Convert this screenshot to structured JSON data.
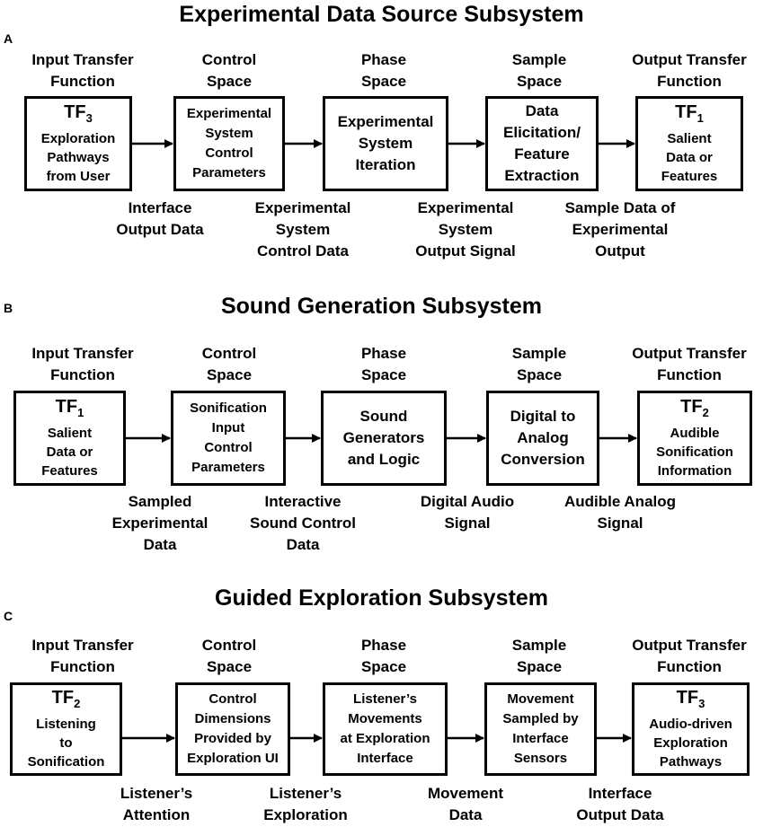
{
  "panels": [
    {
      "letter": "A",
      "title": "Experimental Data Source Subsystem",
      "stages": [
        "Input Transfer\nFunction",
        "Control\nSpace",
        "Phase\nSpace",
        "Sample\nSpace",
        "Output Transfer\nFunction"
      ],
      "boxes": [
        {
          "tf": "TF",
          "tf_sub": "3",
          "text": "Exploration\nPathways\nfrom User"
        },
        {
          "tf": "",
          "tf_sub": "",
          "text": "Experimental\nSystem\nControl\nParameters"
        },
        {
          "tf": "",
          "tf_sub": "",
          "text": "Experimental\nSystem\nIteration",
          "large": true
        },
        {
          "tf": "",
          "tf_sub": "",
          "text": "Data\nElicitation/\nFeature\nExtraction",
          "large": true
        },
        {
          "tf": "TF",
          "tf_sub": "1",
          "text": "Salient\nData or\nFeatures"
        }
      ],
      "signals": [
        "Interface\nOutput Data",
        "Experimental\nSystem\nControl Data",
        "Experimental\nSystem\nOutput Signal",
        "Sample Data of\nExperimental\nOutput"
      ]
    },
    {
      "letter": "B",
      "title": "Sound Generation Subsystem",
      "stages": [
        "Input Transfer\nFunction",
        "Control\nSpace",
        "Phase\nSpace",
        "Sample\nSpace",
        "Output Transfer\nFunction"
      ],
      "boxes": [
        {
          "tf": "TF",
          "tf_sub": "1",
          "text": "Salient\nData or\nFeatures"
        },
        {
          "tf": "",
          "tf_sub": "",
          "text": "Sonification\nInput\nControl\nParameters"
        },
        {
          "tf": "",
          "tf_sub": "",
          "text": "Sound\nGenerators\nand Logic",
          "large": true
        },
        {
          "tf": "",
          "tf_sub": "",
          "text": "Digital to\nAnalog\nConversion",
          "large": true
        },
        {
          "tf": "TF",
          "tf_sub": "2",
          "text": "Audible\nSonification\nInformation"
        }
      ],
      "signals": [
        "Sampled\nExperimental\nData",
        "Interactive\nSound Control\nData",
        "Digital Audio\nSignal",
        "Audible Analog\nSignal"
      ]
    },
    {
      "letter": "C",
      "title": "Guided Exploration Subsystem",
      "stages": [
        "Input Transfer\nFunction",
        "Control\nSpace",
        "Phase\nSpace",
        "Sample\nSpace",
        "Output Transfer\nFunction"
      ],
      "boxes": [
        {
          "tf": "TF",
          "tf_sub": "2",
          "text": "Listening\nto\nSonification"
        },
        {
          "tf": "",
          "tf_sub": "",
          "text": "Control\nDimensions\nProvided by\nExploration UI"
        },
        {
          "tf": "",
          "tf_sub": "",
          "text": "Listener’s\nMovements\nat Exploration\nInterface"
        },
        {
          "tf": "",
          "tf_sub": "",
          "text": "Movement\nSampled by\nInterface\nSensors"
        },
        {
          "tf": "TF",
          "tf_sub": "3",
          "text": "Audio-driven\nExploration\nPathways"
        }
      ],
      "signals": [
        "Listener’s\nAttention",
        "Listener’s\nExploration",
        "Movement\nData",
        "Interface\nOutput Data"
      ]
    }
  ]
}
